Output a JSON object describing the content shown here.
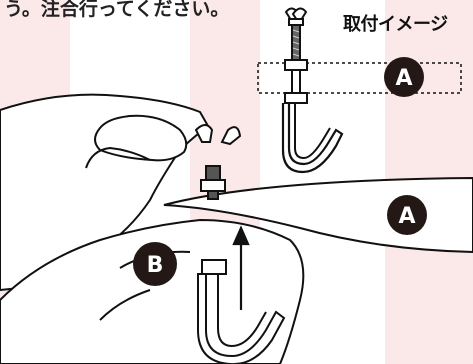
{
  "instruction_text_fragment": "う。注合行ってください。",
  "caption": "取付イメージ",
  "labels": {
    "badge_a_top": "A",
    "badge_a_main": "A",
    "badge_b": "B"
  }
}
